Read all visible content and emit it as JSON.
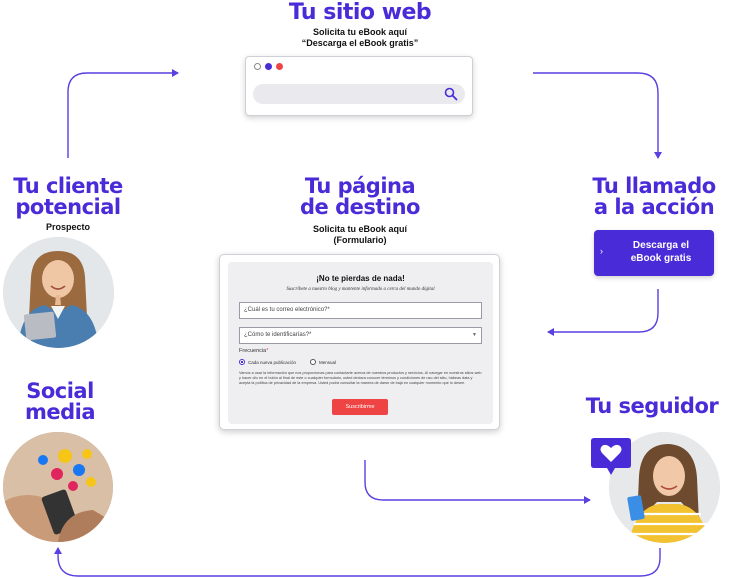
{
  "website": {
    "title": "Tu sitio web",
    "sub1": "Solicita tu eBook aquí",
    "sub2": "“Descarga el eBook gratis”",
    "dot_colors": [
      "#ffffff",
      "#4a2bd8",
      "#ef4444"
    ],
    "search_icon": "search-icon"
  },
  "cta": {
    "title_line1": "Tu llamado",
    "title_line2": "a la acción",
    "button_line1": "Descarga el",
    "button_line2": "eBook gratis",
    "chevron": "›"
  },
  "landing": {
    "title_line1": "Tu página",
    "title_line2": "de destino",
    "sub1": "Solicita tu eBook aquí",
    "sub2": "(Formulario)"
  },
  "form": {
    "title": "¡No te pierdas de nada!",
    "subtitle": "Suscríbete a nuestro blog y mantente informado a cerca del mundo digital",
    "email_placeholder": "¿Cuál es tu correo electrónico?*",
    "identify_placeholder": "¿Cómo te identificarías?*",
    "frequency_label": "Frecuencia",
    "frequency_required": "*",
    "option_1": "Cada nueva publicación",
    "option_2": "Mensual",
    "legal_text": "Vamos a usar la información que nos proporcionas para contactarte acerca de nuestros productos y servicios. Al navegar en nuestros sitios web y hacer clic en el botón al final de este o cualquier formulario, usted declara conocer términos y condiciones de uso del sitio, hábeas data y acepta la política de privacidad de la empresa. Usted podrá consultar la manera de darse de baja en cualquier momento que lo desee.",
    "submit_label": "Suscribirme"
  },
  "prospect": {
    "title_line1": "Tu cliente",
    "title_line2": "potencial",
    "sub": "Prospecto"
  },
  "social": {
    "title_line1": "Social",
    "title_line2": "media"
  },
  "follower": {
    "title": "Tu seguidor",
    "badge_icon": "heart-icon"
  },
  "colors": {
    "brand": "#4a2bd8",
    "accent": "#ef4444"
  }
}
